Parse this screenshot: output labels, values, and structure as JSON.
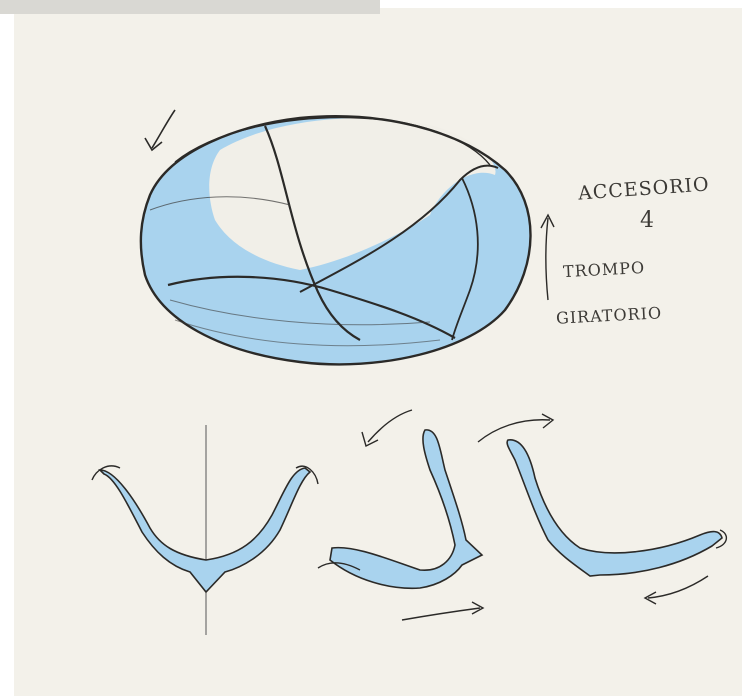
{
  "annotations": {
    "title": "ACCESORIO",
    "number": "4",
    "line_1": "TROMPO",
    "line_2": "GIRATORIO"
  },
  "colors": {
    "paper": "#f3f1ea",
    "ink": "#2b2a28",
    "marker_blue": "#a9d3ee"
  }
}
